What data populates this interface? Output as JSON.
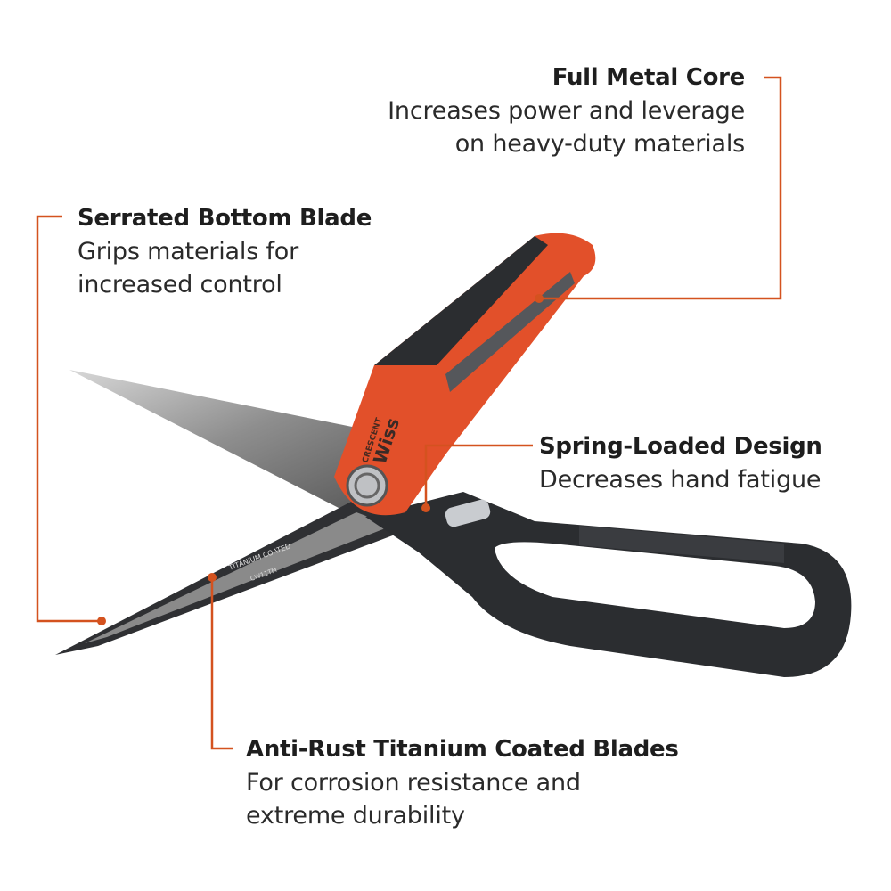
{
  "accent_color": "#d4521f",
  "product": {
    "logo_brand": "CRESCENT",
    "logo_name": "Wiss",
    "blade_text_1": "TITANIUM COATED",
    "blade_text_2": "CW11TM",
    "handle_color": "#e2502a",
    "grip_color": "#2b2d30"
  },
  "callouts": [
    {
      "title": "Full Metal Core",
      "lines": [
        "Increases power and leverage",
        "on heavy-duty materials"
      ]
    },
    {
      "title": "Serrated Bottom Blade",
      "lines": [
        "Grips materials for",
        "increased control"
      ]
    },
    {
      "title": "Spring-Loaded Design",
      "lines": [
        "Decreases hand fatigue"
      ]
    },
    {
      "title": "Anti-Rust Titanium Coated Blades",
      "lines": [
        "For corrosion resistance and",
        "extreme durability"
      ]
    }
  ]
}
